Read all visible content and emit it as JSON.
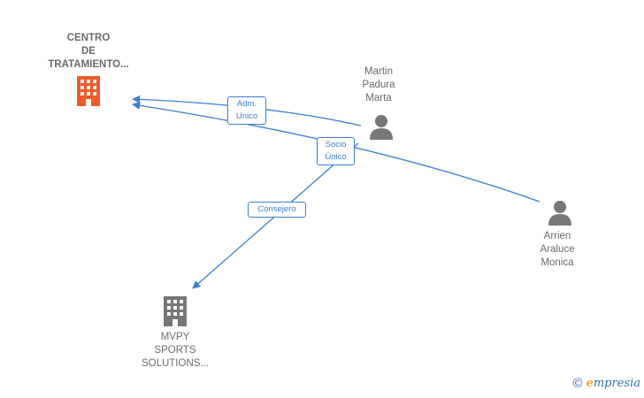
{
  "nodes": {
    "centro": {
      "label": "CENTRO\nDE\nTRATAMIENTO...",
      "icon": "building-icon",
      "color": "#f05a28"
    },
    "martin": {
      "label": "Martin\nPadura\nMarta",
      "icon": "person-icon",
      "color": "#777777"
    },
    "arrien": {
      "label": "Arrien\nAraluce\nMonica",
      "icon": "person-icon",
      "color": "#777777"
    },
    "mvpy": {
      "label": "MVPY\nSPORTS\nSOLUTIONS...",
      "icon": "building-icon",
      "color": "#777777"
    }
  },
  "edges": {
    "adm_unico": {
      "label": "Adm.\nUnico",
      "from": "Martin Padura Marta",
      "to": "CENTRO DE TRATAMIENTO..."
    },
    "socio_unico": {
      "label": "Socio\nÚnico",
      "from": "Arrien Araluce Monica",
      "to": "CENTRO DE TRATAMIENTO..."
    },
    "consejero": {
      "label": "Consejero",
      "from": "Martin Padura Marta",
      "to": "MVPY SPORTS SOLUTIONS..."
    }
  },
  "brand": {
    "copyright": "©",
    "name_first": "e",
    "name_rest": "mpresia"
  },
  "colors": {
    "edge": "#3a7fd5",
    "main_node": "#f05a28",
    "node": "#777777"
  }
}
